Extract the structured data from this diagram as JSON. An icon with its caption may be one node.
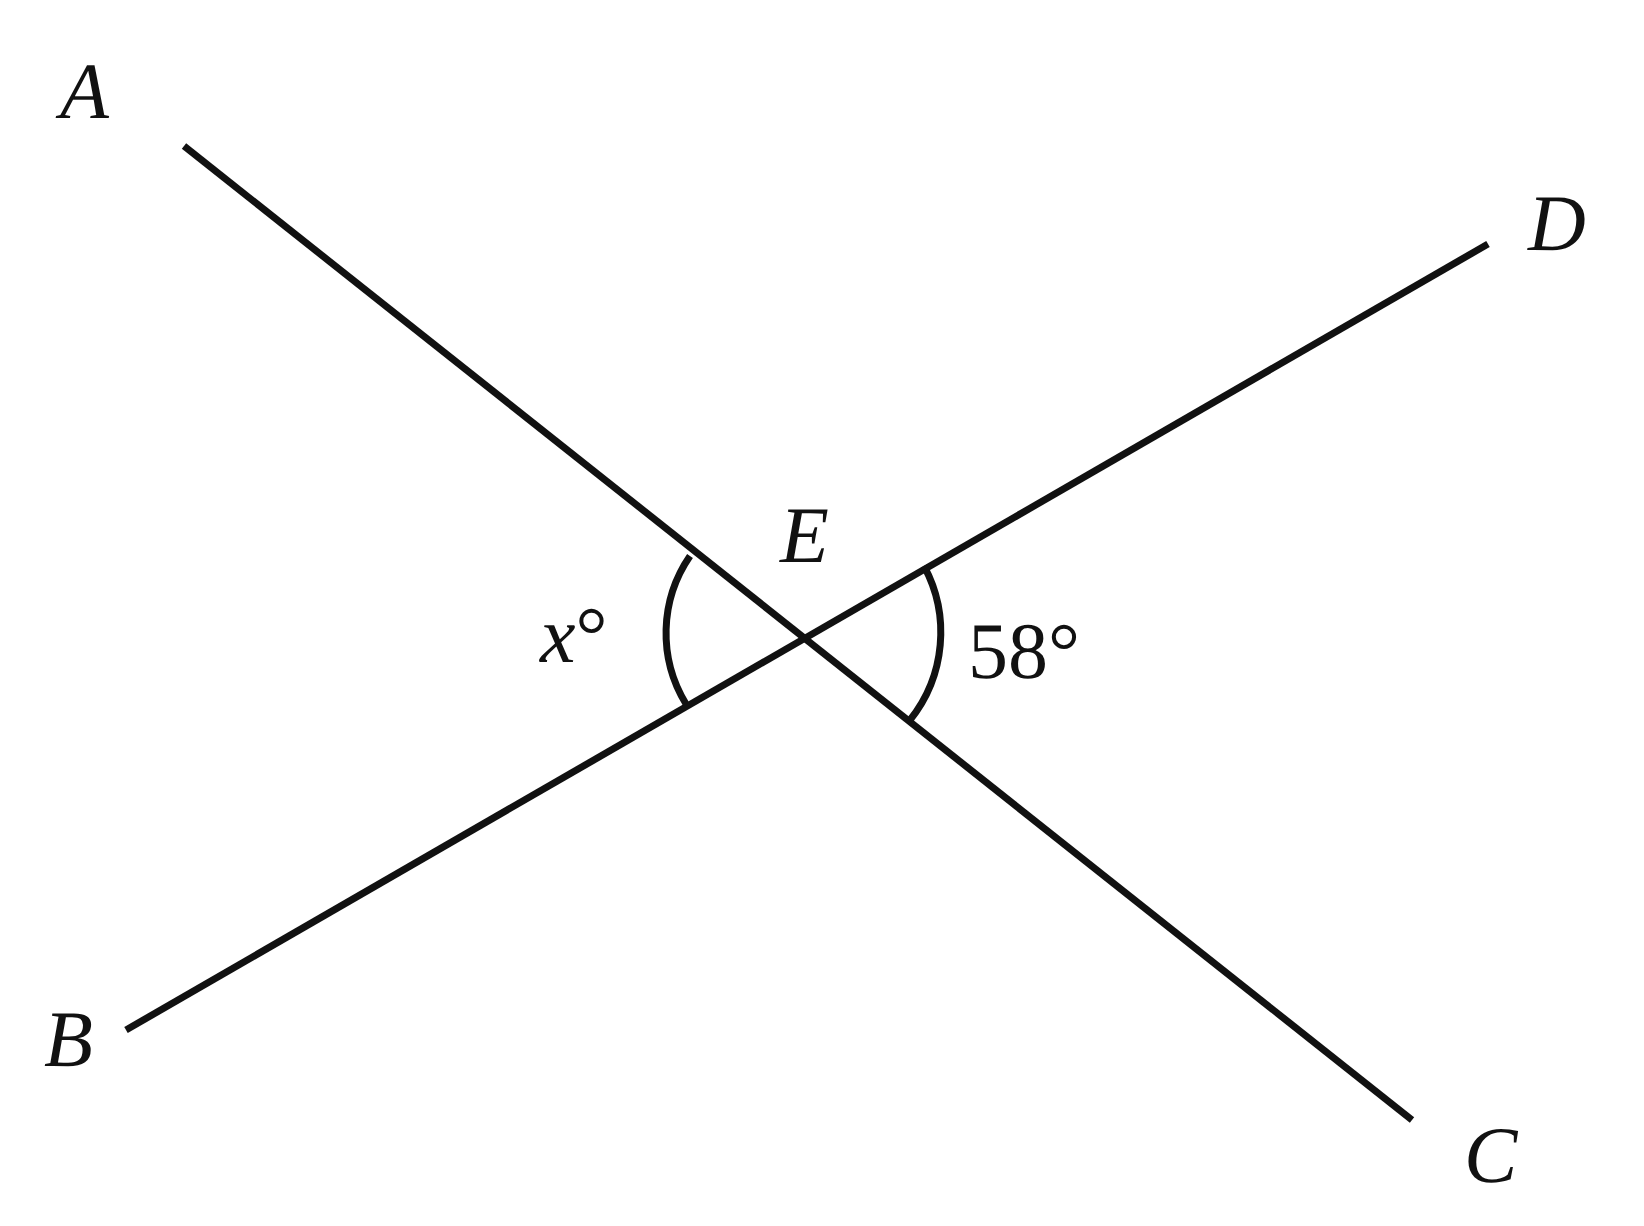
{
  "diagram": {
    "nodes": [
      {
        "text": [
          "A"
        ]
      },
      {
        "text": [
          "D"
        ]
      },
      {
        "text": [
          "B"
        ]
      },
      {
        "text": [
          "C"
        ]
      }
    ],
    "edges": [
      {
        "from": 0,
        "to": 3,
        "arrow": "none"
      },
      {
        "from": 2,
        "to": 1,
        "arrow": "none"
      }
    ],
    "labels": [
      "E",
      "*x*°",
      "58°"
    ]
  }
}
